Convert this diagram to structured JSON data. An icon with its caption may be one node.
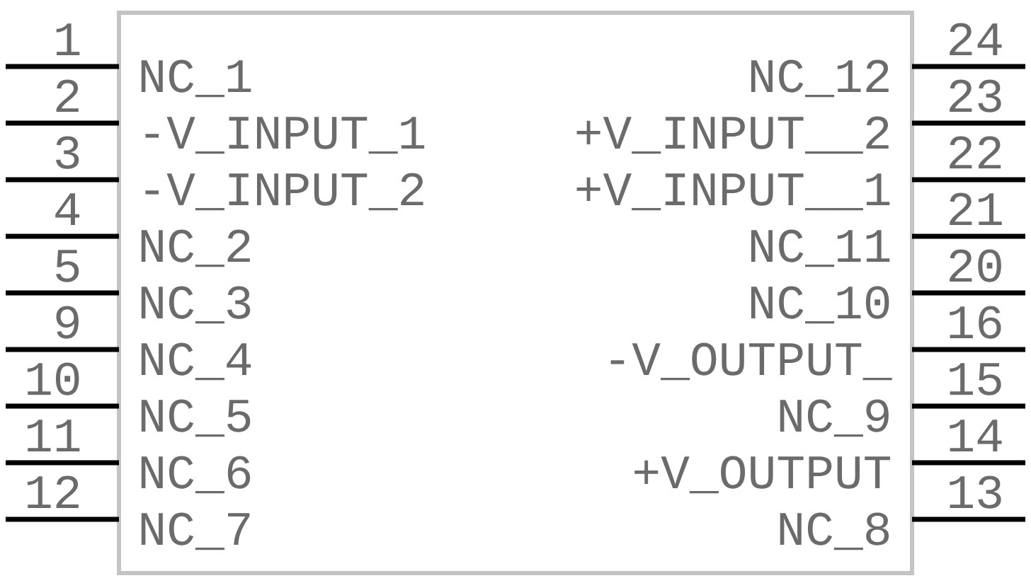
{
  "diagram": {
    "nodes": [
      {
        "text": [],
        "shape": "box"
      }
    ],
    "labels": [
      "1",
      "24",
      "NC_1",
      "NC_12",
      "2",
      "23",
      "-V_INPUT_1",
      "+V_INPUT__2",
      "3",
      "22",
      "-V_INPUT_2",
      "+V_INPUT__1",
      "4",
      "21",
      "NC_2",
      "NC_11",
      "5",
      "20",
      "NC_3",
      "NC_10",
      "9",
      "16",
      "NC_4",
      "-V_OUTPUT_",
      "10",
      "15",
      "NC_5",
      "NC_9",
      "11",
      "14",
      "NC_6",
      "+V_OUTPUT",
      "12",
      "13",
      "NC_7",
      "NC_8"
    ]
  }
}
